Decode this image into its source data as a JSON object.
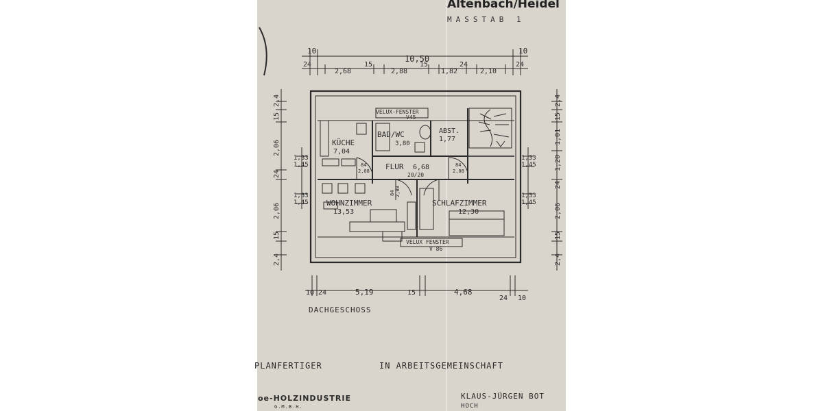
{
  "header": {
    "line1": "Altenbach/Heidel",
    "line2": "MASSTAB 1"
  },
  "dims": {
    "top_outer_left": "10",
    "top_total": "10,50",
    "top_outer_right": "10",
    "top_seg": [
      "24",
      "2,68",
      "15",
      "2,88",
      "15",
      "1,82",
      "24",
      "2,10",
      "24"
    ],
    "bottom": [
      "10",
      "24",
      "5,19",
      "15",
      "4,68",
      "24",
      "10"
    ],
    "left_top": [
      "2,4",
      "15",
      "2,06",
      "24"
    ],
    "left_bottom": [
      "2,06",
      "15",
      "2,4"
    ],
    "right_top": [
      "2,4",
      "15",
      "1,01",
      "1,20",
      "24"
    ],
    "right_bottom": [
      "2,06",
      "15",
      "2,4"
    ],
    "window_left_1": [
      "1,33",
      "1,45"
    ],
    "window_left_2": [
      "1,33",
      "1,45"
    ],
    "window_right_1": [
      "1,33",
      "1,45"
    ],
    "window_right_2": [
      "1,33",
      "1,45"
    ]
  },
  "rooms": {
    "kueche": {
      "name": "KÜCHE",
      "area": "7,04"
    },
    "bad": {
      "name": "BAD/WC",
      "area": "3,80"
    },
    "abst": {
      "name": "ABST.",
      "area": "1,77"
    },
    "flur": {
      "name": "FLUR",
      "area": "6,68"
    },
    "wohn": {
      "name": "WOHNZIMMER",
      "area": "13,53"
    },
    "schlaf": {
      "name": "SCHLAFZIMMER",
      "area": "12,30"
    }
  },
  "windows": {
    "top": {
      "label": "VELUX-FENSTER",
      "code": "V45"
    },
    "bottom": {
      "label": "VELUX FENSTER",
      "code": "V 86"
    }
  },
  "doors": {
    "d1": [
      "84",
      "2,08"
    ],
    "d2": [
      "84",
      "2,08"
    ],
    "d3": [
      "84",
      "2,08"
    ],
    "flur_small": "20/20"
  },
  "floor_name": "DACHGESCHOSS",
  "footer": {
    "left": "PLANFERTIGER",
    "right": "IN ARBEITSGEMEINSCHAFT",
    "company": "oe-HOLZINDUSTRIE",
    "company_sub": "G.M.B.H.",
    "name": "KLAUS-JÜRGEN BOT",
    "name_sub": "HOCH"
  }
}
